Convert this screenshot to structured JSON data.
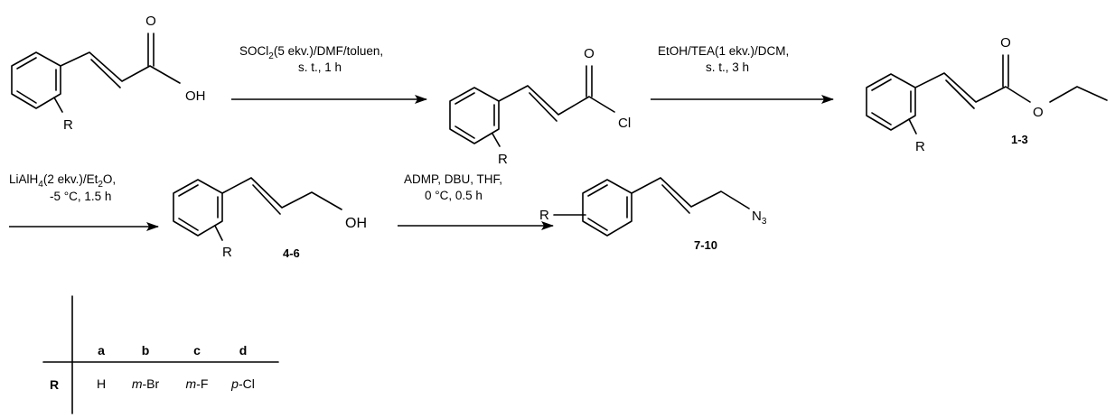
{
  "steps": [
    {
      "line1_pre": "SOCl",
      "line1_sub": "2",
      "line1_post": "(5 ekv.)/DMF/toluen,",
      "line2": "s. t., 1 h"
    },
    {
      "line1_pre": "EtOH/TEA(1 ekv.)/DCM,",
      "line1_sub": "",
      "line1_post": "",
      "line2": "s. t., 3 h"
    },
    {
      "line1_pre": "LiAlH",
      "line1_sub": "4",
      "line1_post": "(2 ekv.)/Et",
      "line1_sub2": "2",
      "line1_post2": "O,",
      "line2": "-5 °C, 1.5 h"
    },
    {
      "line1_pre": "ADMP, DBU, THF,",
      "line1_sub": "",
      "line1_post": "",
      "line2": "0 °C, 0.5 h"
    }
  ],
  "atoms": {
    "oxygen": "O",
    "hydroxyl": "OH",
    "chlorine": "Cl",
    "substituent": "R",
    "nitrogen": "N",
    "azide_sub": "3"
  },
  "compound_labels": {
    "esters": "1-3",
    "alcohols": "4-6",
    "azides": "7-10"
  },
  "table": {
    "row_header": "R",
    "columns": [
      {
        "header": "a",
        "value_prefix": "",
        "value": "H"
      },
      {
        "header": "b",
        "value_prefix": "m",
        "value": "-Br"
      },
      {
        "header": "c",
        "value_prefix": "m",
        "value": "-F"
      },
      {
        "header": "d",
        "value_prefix": "p",
        "value": "-Cl"
      }
    ]
  }
}
